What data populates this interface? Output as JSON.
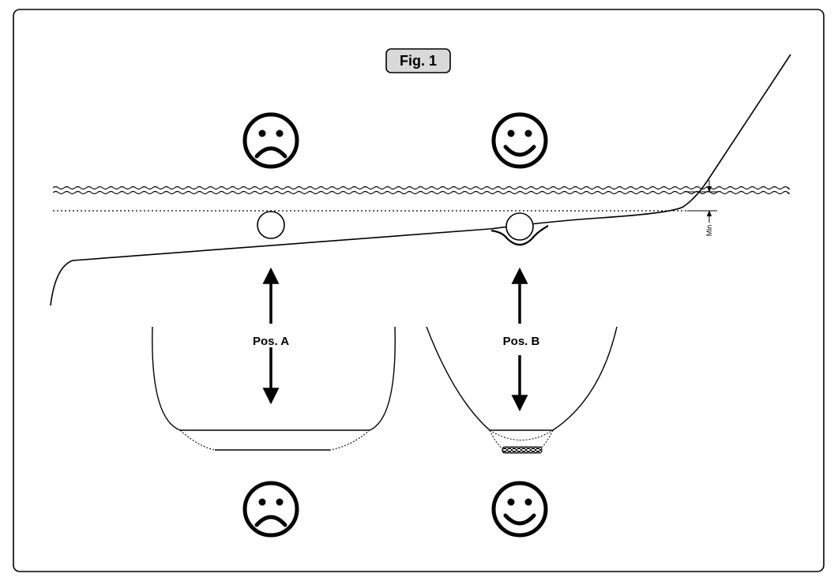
{
  "figure": {
    "title": "Fig. 1",
    "pos_a_label": "Pos. A",
    "pos_b_label": "Pos. B",
    "min_label": "Min"
  },
  "icons": {
    "top_left": "sad-face-icon",
    "top_right": "happy-face-icon",
    "bottom_left": "sad-face-icon",
    "bottom_right": "happy-face-icon",
    "arrows": "double-headed-arrow-icon"
  },
  "colors": {
    "stroke": "#000000",
    "title_box_fill": "#d9d9d9",
    "background": "#ffffff"
  }
}
